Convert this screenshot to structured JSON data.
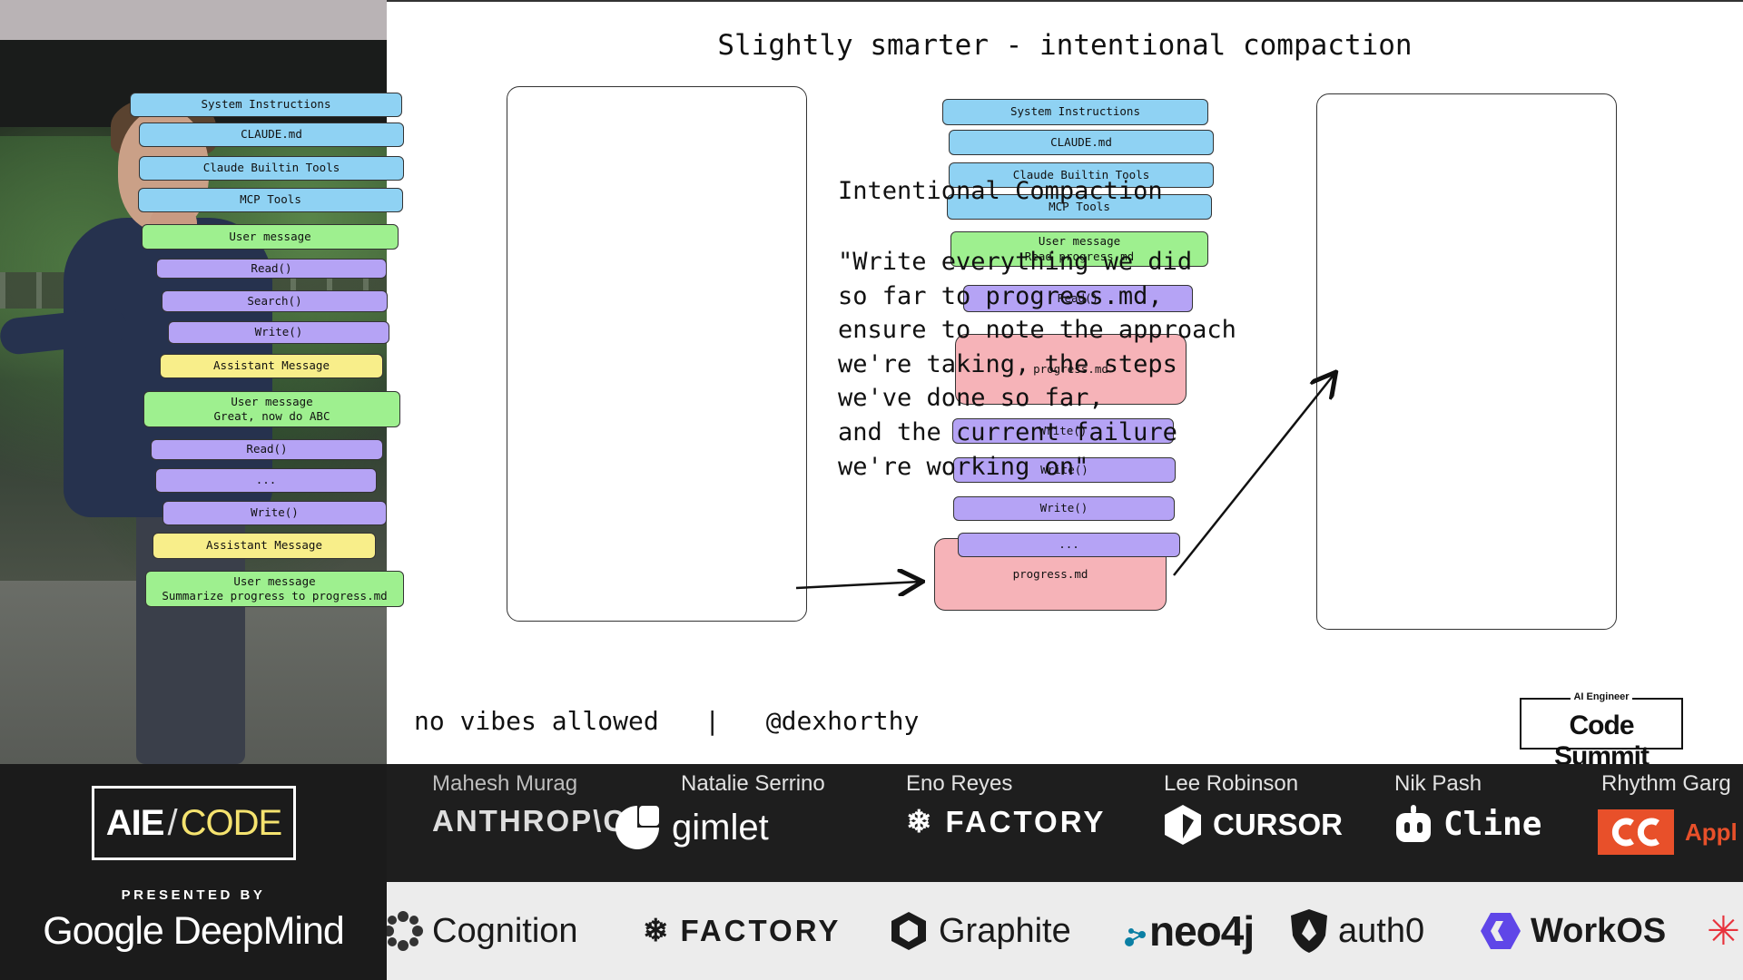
{
  "slide": {
    "title": "Slightly smarter - intentional compaction",
    "left_column": [
      {
        "text": "System Instructions",
        "color": "blue"
      },
      {
        "text": "CLAUDE.md",
        "color": "blue"
      },
      {
        "text": "Claude Builtin Tools",
        "color": "blue"
      },
      {
        "text": "MCP Tools",
        "color": "blue"
      },
      {
        "text": "User message",
        "color": "green"
      },
      {
        "text": "Read()",
        "color": "purple"
      },
      {
        "text": "Search()",
        "color": "purple"
      },
      {
        "text": "Write()",
        "color": "purple"
      },
      {
        "text": "Assistant Message",
        "color": "yellow"
      },
      {
        "text": "User message\nGreat, now do ABC",
        "color": "green"
      },
      {
        "text": "Read()",
        "color": "purple"
      },
      {
        "text": "...",
        "color": "purple"
      },
      {
        "text": "Write()",
        "color": "purple"
      },
      {
        "text": "Assistant Message",
        "color": "yellow"
      },
      {
        "text": "User message\nSummarize progress to progress.md",
        "color": "green"
      }
    ],
    "middle_file": "progress.md",
    "right_column": [
      {
        "text": "System Instructions",
        "color": "blue"
      },
      {
        "text": "CLAUDE.md",
        "color": "blue"
      },
      {
        "text": "Claude Builtin Tools",
        "color": "blue"
      },
      {
        "text": "MCP Tools",
        "color": "blue"
      },
      {
        "text": "User message\nRead progress.md",
        "color": "green"
      },
      {
        "text": "Read()",
        "color": "purple"
      },
      {
        "text": "progress.md",
        "color": "pink"
      },
      {
        "text": "Write()",
        "color": "purple"
      },
      {
        "text": "Write()",
        "color": "purple"
      },
      {
        "text": "Write()",
        "color": "purple"
      },
      {
        "text": "...",
        "color": "purple"
      }
    ],
    "heading": "Intentional Compaction",
    "quote": "\"Write everything we did\nso far to progress.md,\nensure to note the approach\nwe're taking, the steps\nwe've done so far,\nand the current failure\nwe're working on\"",
    "footer_left": "no vibes allowed",
    "footer_sep": "|",
    "footer_handle": "@dexhorthy",
    "badge_top": "AI Engineer",
    "badge_main": "Code Summit"
  },
  "branding": {
    "aie": "AIE",
    "slash": "/",
    "code": "CODE",
    "presented_by": "PRESENTED BY",
    "sponsor_main": "Google DeepMind"
  },
  "speakers": [
    {
      "name": "Mahesh Murag",
      "company": "ANTHROP\\C"
    },
    {
      "name": "Natalie Serrino",
      "company": "gimlet"
    },
    {
      "name": "Eno Reyes",
      "company": "FACTORY"
    },
    {
      "name": "Lee Robinson",
      "company": "CURSOR"
    },
    {
      "name": "Nik Pash",
      "company": "Cline"
    },
    {
      "name": "Rhythm Garg",
      "company": "Appl"
    }
  ],
  "sponsors": [
    "Cognition",
    "FACTORY",
    "Graphite",
    "neo4j",
    "auth0",
    "WorkOS"
  ],
  "colors": {
    "blue": "#8fd2f3",
    "green": "#9ef08f",
    "purple": "#b5a3f5",
    "yellow": "#f8ee8a",
    "pink": "#f6b3b8",
    "code_accent": "#f5e36f",
    "speaker_orange": "#e8502a"
  }
}
